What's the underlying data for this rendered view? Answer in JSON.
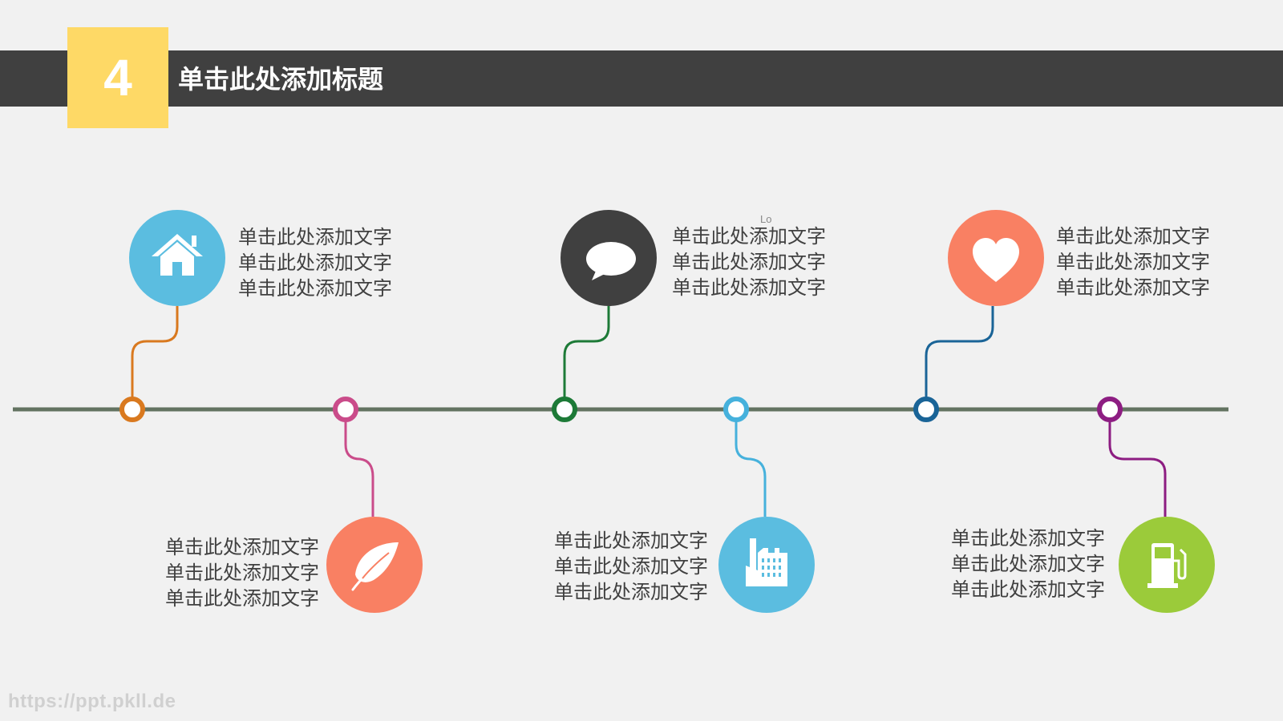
{
  "header": {
    "number": "4",
    "title": "单击此处添加标题"
  },
  "colors": {
    "title_bar": "#404040",
    "number_box": "#fed966",
    "timeline": "#637361"
  },
  "items": [
    {
      "icon": "house-icon",
      "lines": [
        "单击此处添加文字",
        "单击此处添加文字",
        "单击此处添加文字"
      ],
      "color": "#5bbde0",
      "connector": "#d9791f"
    },
    {
      "icon": "leaf-icon",
      "lines": [
        "单击此处添加文字",
        "单击此处添加文字",
        "单击此处添加文字"
      ],
      "color": "#f98063",
      "connector": "#ca4c8a"
    },
    {
      "icon": "speech-bubble-icon",
      "lines": [
        "单击此处添加文字",
        "单击此处添加文字",
        "单击此处添加文字"
      ],
      "color": "#404040",
      "connector": "#1d7a37"
    },
    {
      "icon": "factory-icon",
      "lines": [
        "单击此处添加文字",
        "单击此处添加文字",
        "单击此处添加文字"
      ],
      "color": "#5bbde0",
      "connector": "#46b1dc"
    },
    {
      "icon": "heart-icon",
      "lines": [
        "单击此处添加文字",
        "单击此处添加文字",
        "单击此处添加文字"
      ],
      "color": "#f98063",
      "connector": "#1a6497"
    },
    {
      "icon": "fuel-pump-icon",
      "lines": [
        "单击此处添加文字",
        "单击此处添加文字",
        "单击此处添加文字"
      ],
      "color": "#9bcb3a",
      "connector": "#8d1d82"
    }
  ],
  "cursor_label": "Lo",
  "watermark": "https://ppt.pkll.de"
}
